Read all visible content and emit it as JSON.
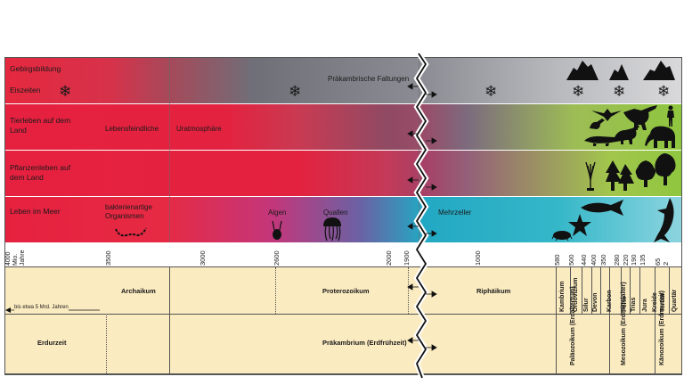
{
  "rows": {
    "geo": {
      "label1": "Gebirgsbildung",
      "label2": "Eiszeiten",
      "note": "Präkambrische Faltungen"
    },
    "animals": {
      "label": "Tierleben auf dem Land",
      "note1": "Lebensfeindliche",
      "note2": "Uratmosphäre"
    },
    "plants": {
      "label": "Pflanzenleben auf dem Land"
    },
    "sea": {
      "label": "Leben im Meer",
      "note_bacteria": "bakterienartige Organismen",
      "note_algae": "Algen",
      "note_jelly": "Quallen",
      "note_multi": "Mehrzeller"
    }
  },
  "scale": {
    "unit": "Mio. Jahre",
    "ticks": [
      "4000",
      "3500",
      "3000",
      "2600",
      "2000",
      "1900",
      "1000",
      "580",
      "500",
      "440",
      "400",
      "350",
      "280",
      "220",
      "190",
      "135",
      "65",
      "2"
    ]
  },
  "eras": {
    "archaikum": "Archaikum",
    "proterozoikum": "Proterozoikum",
    "riphaikum": "Riphäikum",
    "note_5bn": "bis etwa 5 Mrd. Jahren",
    "erdurzeit": "Erdurzeit",
    "prakambrium": "Präkambrium (Erdfrühzeit)",
    "palaozoikum": "Paläozoikum (Erdaltertum)",
    "mesozoikum": "Mesozoikum (Erdmittelalter)",
    "kanozoikum": "Känozoikum (Erdneuzeit)"
  },
  "periods": [
    "Kambrium",
    "Ordovizium",
    "Silur",
    "Devon",
    "Karbon",
    "Perm",
    "Trias",
    "Jura",
    "Kreide",
    "Tertiär",
    "Quartär"
  ],
  "icons": [
    "snowflake-icon",
    "mountain-icon",
    "dinosaur-icon",
    "mammoth-icon",
    "human-icon",
    "tree-icon",
    "fern-icon",
    "algae-icon",
    "jellyfish-icon",
    "bacteria-icon",
    "starfish-icon",
    "fish-icon",
    "dolphin-icon",
    "break-arrow-icon"
  ]
}
